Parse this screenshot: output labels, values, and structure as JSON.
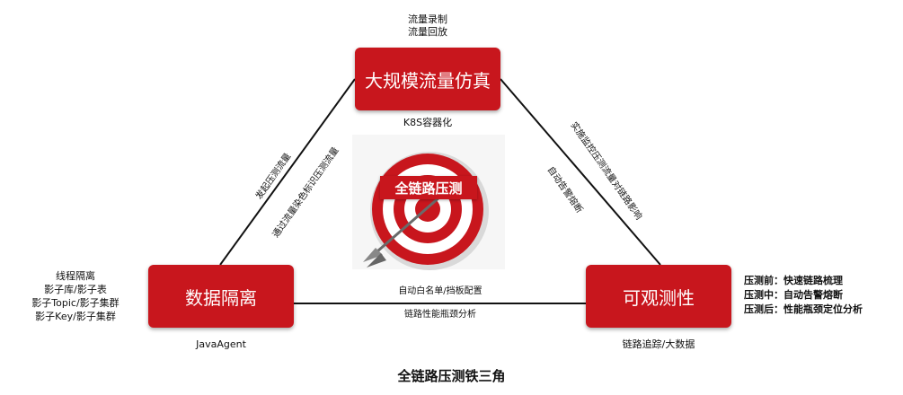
{
  "nodes": {
    "top": "大规模流量仿真",
    "left": "数据隔离",
    "right": "可观测性"
  },
  "top_notes": [
    "流量录制",
    "流量回放"
  ],
  "top_sub": "K8S容器化",
  "left_notes": [
    "线程隔离",
    "影子库/影子表",
    "影子Topic/影子集群",
    "影子Key/影子集群"
  ],
  "left_sub": "JavaAgent",
  "right_notes": [
    "压测前：快速链路梳理",
    "压测中：自动告警熔断",
    "压测后：性能瓶颈定位分析"
  ],
  "right_sub": "链路追踪/大数据",
  "edge_left": [
    "发起压测流量",
    "通过流量染色标识压测流量"
  ],
  "edge_right": [
    "实施监控压测流量对链路影响",
    "自动告警熔断"
  ],
  "edge_bottom": [
    "自动白名单/挡板配置",
    "链路性能瓶颈分析"
  ],
  "center_label": "全链路压测",
  "title": "全链路压测铁三角",
  "colors": {
    "accent": "#c8161d",
    "line": "#111111"
  }
}
